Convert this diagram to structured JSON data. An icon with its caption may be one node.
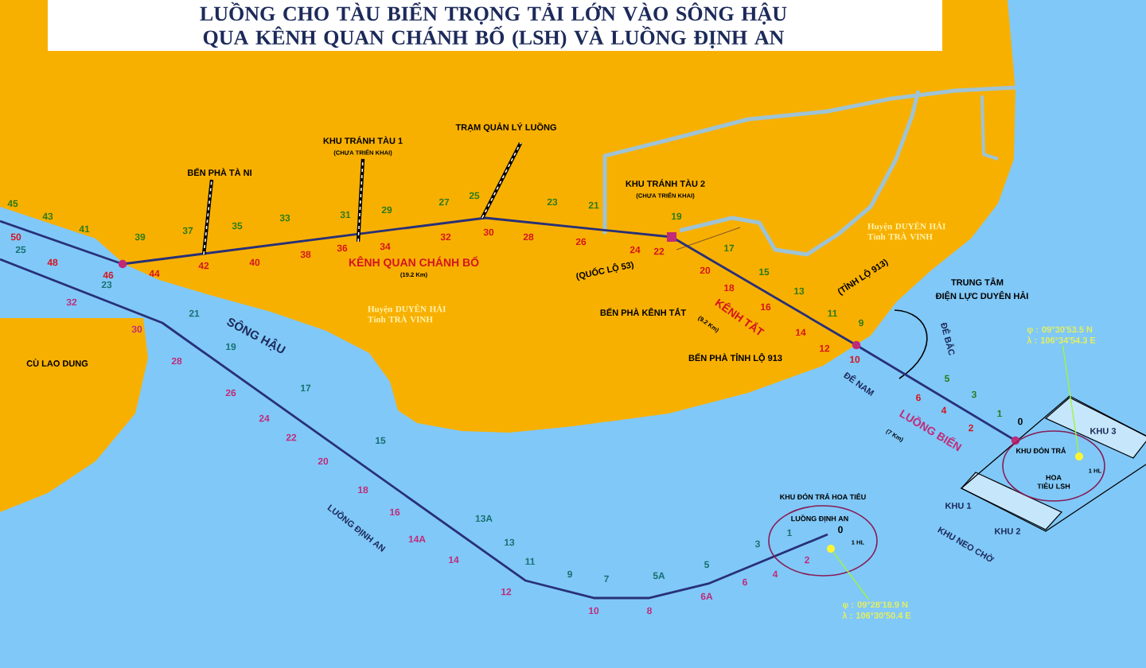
{
  "diagram": {
    "title": "LUỒNG CHO TÀU BIỂN TRỌNG TẢI LỚN VÀO SÔNG HẬU QUA KÊNH QUAN CHÁNH BỐ (LSH) VÀ LUỒNG ĐỊNH AN",
    "nodes": [
      {
        "text": [
          "KHU ĐÓN TRẢ",
          "HOA TIÊU LSH",
          "1 HL"
        ]
      },
      {
        "text": [
          "KHU ĐÓN TRẢ HOA TIÊU",
          "LUỒNG ĐỊNH AN",
          "1 HL"
        ]
      },
      {
        "text": [
          "φ : 09°30'53.5 N",
          "λ : 106°34'54.3 E"
        ]
      },
      {
        "text": [],
        "shape": "circle",
        "in": 0
      },
      {
        "text": [
          "φ : 09°28'18.9 N",
          "λ : 106°30'50.4 E"
        ]
      },
      {
        "text": [],
        "shape": "circle",
        "in": 1
      }
    ],
    "edges": [
      {
        "from": 2,
        "to": 3,
        "arrow": "none"
      },
      {
        "from": 4,
        "to": 5,
        "arrow": "none"
      }
    ],
    "labels": [
      "BẾN PHÀ TÀ NI",
      "KHU TRÁNH TÀU 1",
      "(CHƯA TRIỂN KHAI)",
      "TRẠM QUẢN LÝ LUỒNG",
      "KHU TRÁNH TÀU 2",
      "(CHƯA TRIỂN KHAI)",
      "KÊNH QUAN CHÁNH BỐ",
      "(19.2 Km)",
      "Huyện DUYÊN HẢI Tỉnh TRÀ VINH",
      "(QUỐC LỘ 53)",
      "BẾN PHÀ KÊNH TẮT",
      "KÊNH TẮT",
      "(9.2 Km)",
      "(TỈNH LỘ 913)",
      "Huyện DUYÊN HẢI Tỉnh TRÀ VINH",
      "TRUNG TÂM",
      "ĐIỆN LỰC DUYÊN HẢI",
      "BẾN PHÀ TỈNH LỘ 913",
      "ĐÊ BẮC",
      "ĐÊ NAM",
      "LUỒNG BIỂN",
      "(7 Km)",
      "SÔNG HẬU",
      "CÙ LAO DUNG",
      "LUỒNG ĐỊNH AN",
      "KHU 3",
      "KHU 1",
      "KHU 2",
      "KHU NEO CHỜ",
      "45",
      "43",
      "41",
      "39",
      "37",
      "35",
      "33",
      "31",
      "29",
      "27",
      "25",
      "23",
      "21",
      "19",
      "17",
      "15",
      "13",
      "11",
      "9",
      "5",
      "3",
      "1",
      "50",
      "48",
      "46",
      "44",
      "42",
      "40",
      "38",
      "36",
      "34",
      "32",
      "30",
      "28",
      "26",
      "24",
      "22",
      "20",
      "18",
      "16",
      "14",
      "12",
      "10",
      "6",
      "4",
      "2",
      "0",
      "25",
      "23",
      "21",
      "19",
      "17",
      "15",
      "13A",
      "13",
      "11",
      "9",
      "7",
      "5A",
      "5",
      "3",
      "1",
      "0",
      "32",
      "30",
      "28",
      "26",
      "24",
      "22",
      "20",
      "18",
      "16",
      "14A",
      "14",
      "12",
      "10",
      "8",
      "6A",
      "6",
      "4",
      "2"
    ]
  }
}
